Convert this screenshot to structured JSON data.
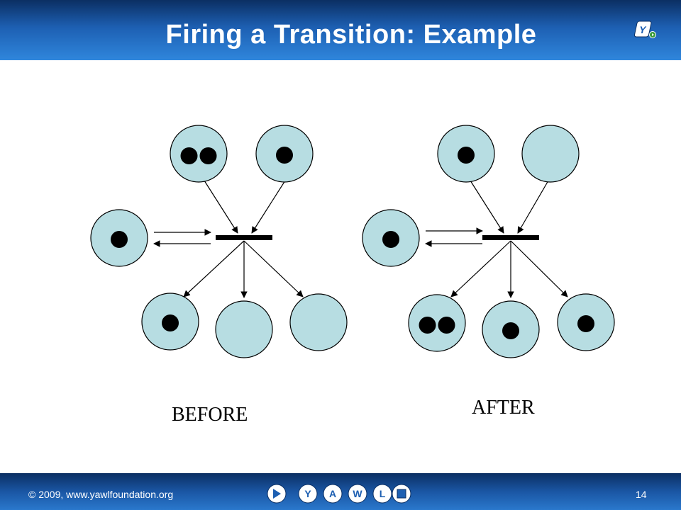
{
  "slide": {
    "title": "Firing a Transition: Example",
    "copyright": "© 2009, www.yawlfoundation.org",
    "page_number": "14"
  },
  "logo_letters": [
    "Y",
    "A",
    "W",
    "L"
  ],
  "diagram": {
    "before": {
      "label": "BEFORE",
      "places": [
        {
          "role": "input-top-left",
          "tokens": 2
        },
        {
          "role": "input-top-right",
          "tokens": 1
        },
        {
          "role": "bidirectional-left",
          "tokens": 1
        },
        {
          "role": "output-left",
          "tokens": 1
        },
        {
          "role": "output-middle",
          "tokens": 0
        },
        {
          "role": "output-right",
          "tokens": 0
        }
      ]
    },
    "after": {
      "label": "AFTER",
      "places": [
        {
          "role": "input-top-left",
          "tokens": 1
        },
        {
          "role": "input-top-right",
          "tokens": 0
        },
        {
          "role": "bidirectional-left",
          "tokens": 1
        },
        {
          "role": "output-left",
          "tokens": 2
        },
        {
          "role": "output-middle",
          "tokens": 1
        },
        {
          "role": "output-right",
          "tokens": 1
        }
      ]
    }
  },
  "colors": {
    "place_fill": "#b7dde2",
    "header_blue": "#1d5fb2",
    "token": "#000000"
  }
}
